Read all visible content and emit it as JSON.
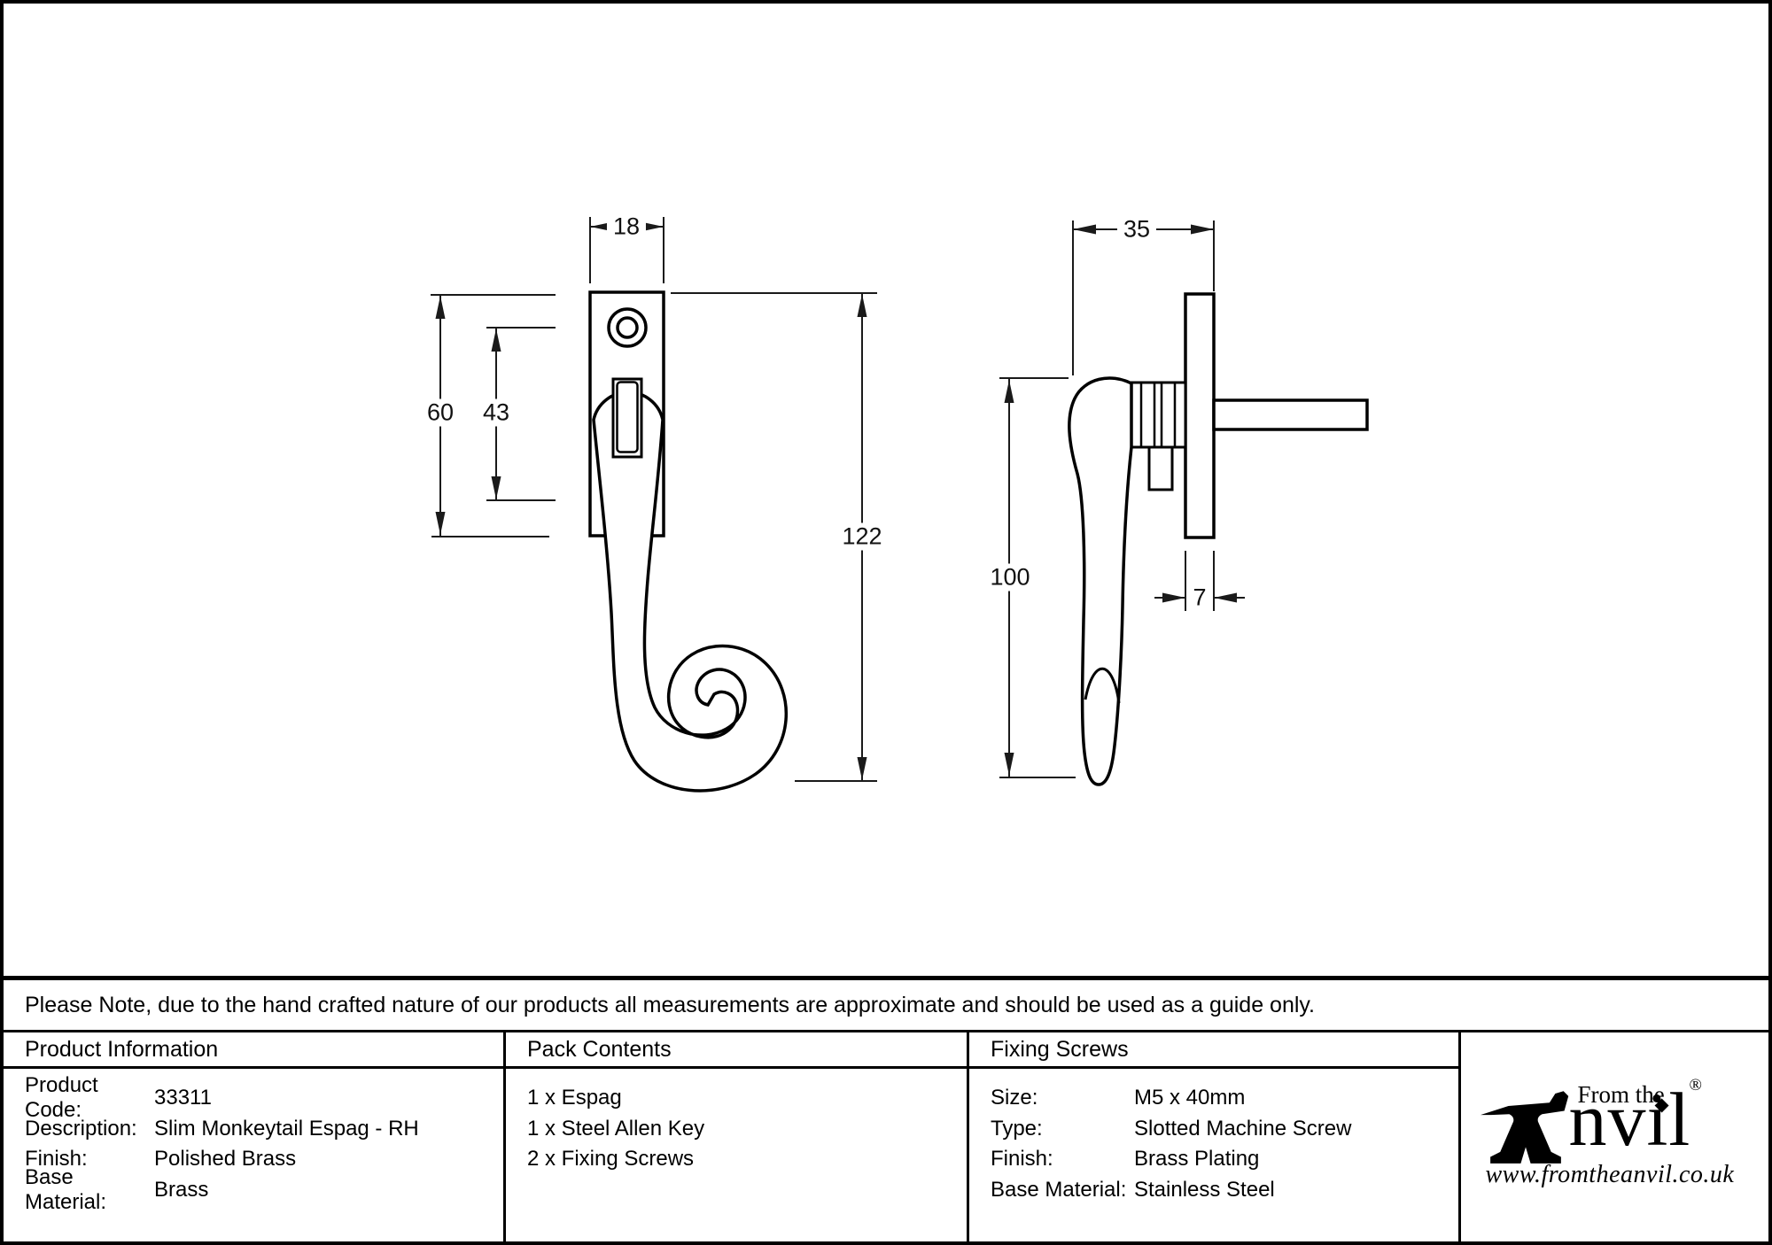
{
  "note": "Please Note, due to the hand crafted nature of our products all measurements are approximate and should be used as a guide only.",
  "drawing": {
    "front_view": {
      "dims": {
        "plate_width": "18",
        "plate_height": "60",
        "hole_to_slot": "43",
        "overall_length": "122"
      }
    },
    "side_view": {
      "dims": {
        "projection": "35",
        "handle_length": "100",
        "plate_thickness": "7"
      }
    }
  },
  "table": {
    "product_information": {
      "header": "Product Information",
      "rows": [
        {
          "label": "Product Code:",
          "value": "33311"
        },
        {
          "label": "Description:",
          "value": "Slim Monkeytail Espag - RH"
        },
        {
          "label": "Finish:",
          "value": "Polished Brass"
        },
        {
          "label": "Base Material:",
          "value": "Brass"
        }
      ]
    },
    "pack_contents": {
      "header": "Pack Contents",
      "items": [
        "1 x Espag",
        "1 x Steel Allen Key",
        "2 x Fixing Screws"
      ]
    },
    "fixing_screws": {
      "header": "Fixing Screws",
      "rows": [
        {
          "label": "Size:",
          "value": "M5 x 40mm"
        },
        {
          "label": "Type:",
          "value": "Slotted Machine Screw"
        },
        {
          "label": "Finish:",
          "value": "Brass Plating"
        },
        {
          "label": "Base Material:",
          "value": "Stainless Steel"
        }
      ]
    },
    "brand": {
      "tagline": "From the",
      "wordmark": "nvil",
      "registered": "®",
      "diamond": "◆",
      "url": "www.fromtheanvil.co.uk"
    }
  }
}
